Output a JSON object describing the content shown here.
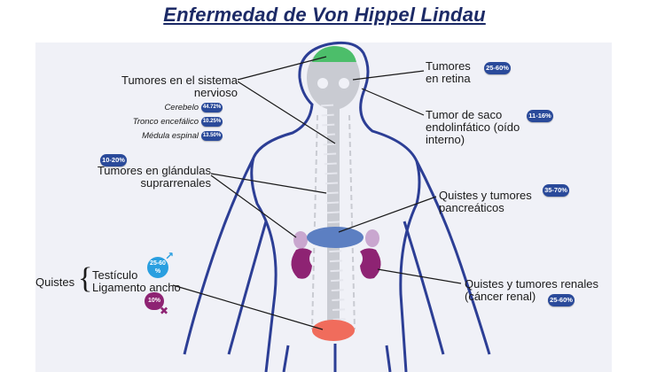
{
  "title": "Enfermedad de Von Hippel Lindau",
  "colors": {
    "outline": "#2c3e95",
    "spine": "#c9cbd2",
    "brain": "#4cbe6a",
    "pancreas": "#5c7fc2",
    "kidney": "#8e2373",
    "adrenal": "#c9a7cf",
    "uterus": "#f06c5c",
    "badge": "#2a4a9a"
  },
  "labels": {
    "nervous": "Tumores en el sistema nervioso",
    "cerebelo": "Cerebelo",
    "tronco": "Tronco encefálico",
    "medula": "Médula espinal",
    "adrenal": "Tumores en glándulas suprarrenales",
    "retina": "Tumores en retina",
    "sac": "Tumor de saco endolinfático (oído interno)",
    "pancreas": "Quistes y tumores pancreáticos",
    "renal": "Quistes y tumores renales (cáncer renal)",
    "quistes": "Quistes",
    "testiculo": "Testículo",
    "ligamento": "Ligamento ancho"
  },
  "badges": {
    "cerebelo": "44.72%",
    "tronco": "10.25%",
    "medula": "13.50%",
    "adrenal": "10-20%",
    "retina": "25-60%",
    "sac": "11-16%",
    "pancreas": "35-70%",
    "renal": "25-60%",
    "testiculo": "25-60",
    "testiculo_unit": "%",
    "ligamento": "10%"
  },
  "icons": [
    "male-symbol-icon",
    "female-symbol-icon"
  ]
}
